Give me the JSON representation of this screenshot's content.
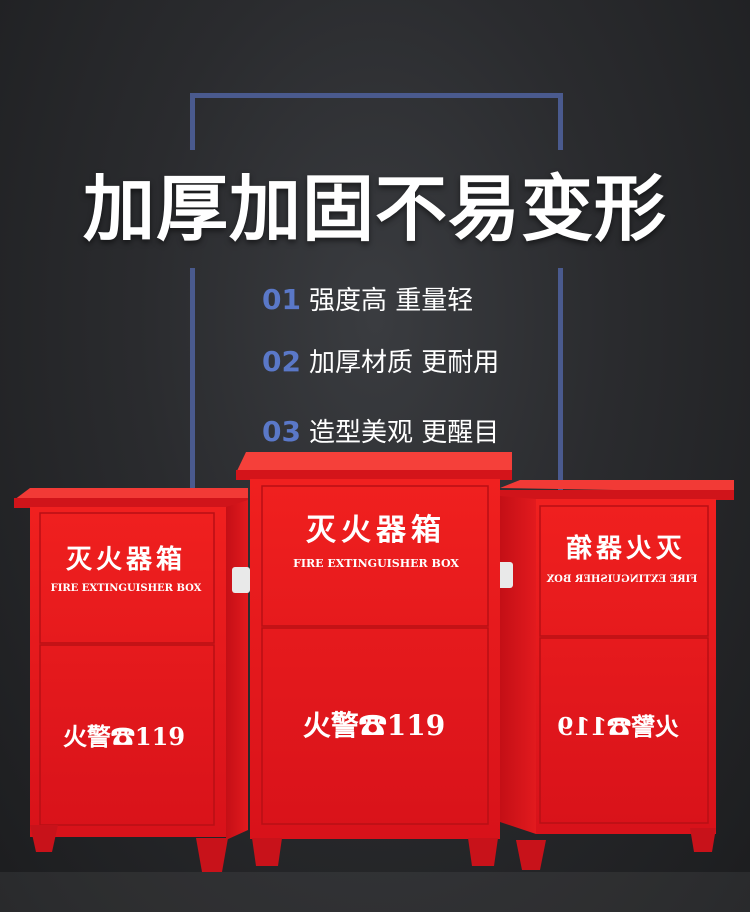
{
  "headline": "加厚加固不易变形",
  "features": [
    {
      "num": "01",
      "text": "强度高 重量轻"
    },
    {
      "num": "02",
      "text": "加厚材质 更耐用"
    },
    {
      "num": "03",
      "text": "造型美观 更醒目"
    }
  ],
  "box_labels": {
    "title_cn": "灭火器箱",
    "title_en": "FIRE EXTINGUISHER BOX",
    "alarm": "火警☎119"
  },
  "colors": {
    "background": "#2a2b2e",
    "frame": "#4a5a8e",
    "box_red": "#e8161a",
    "feature_number": "#5a78c8"
  }
}
